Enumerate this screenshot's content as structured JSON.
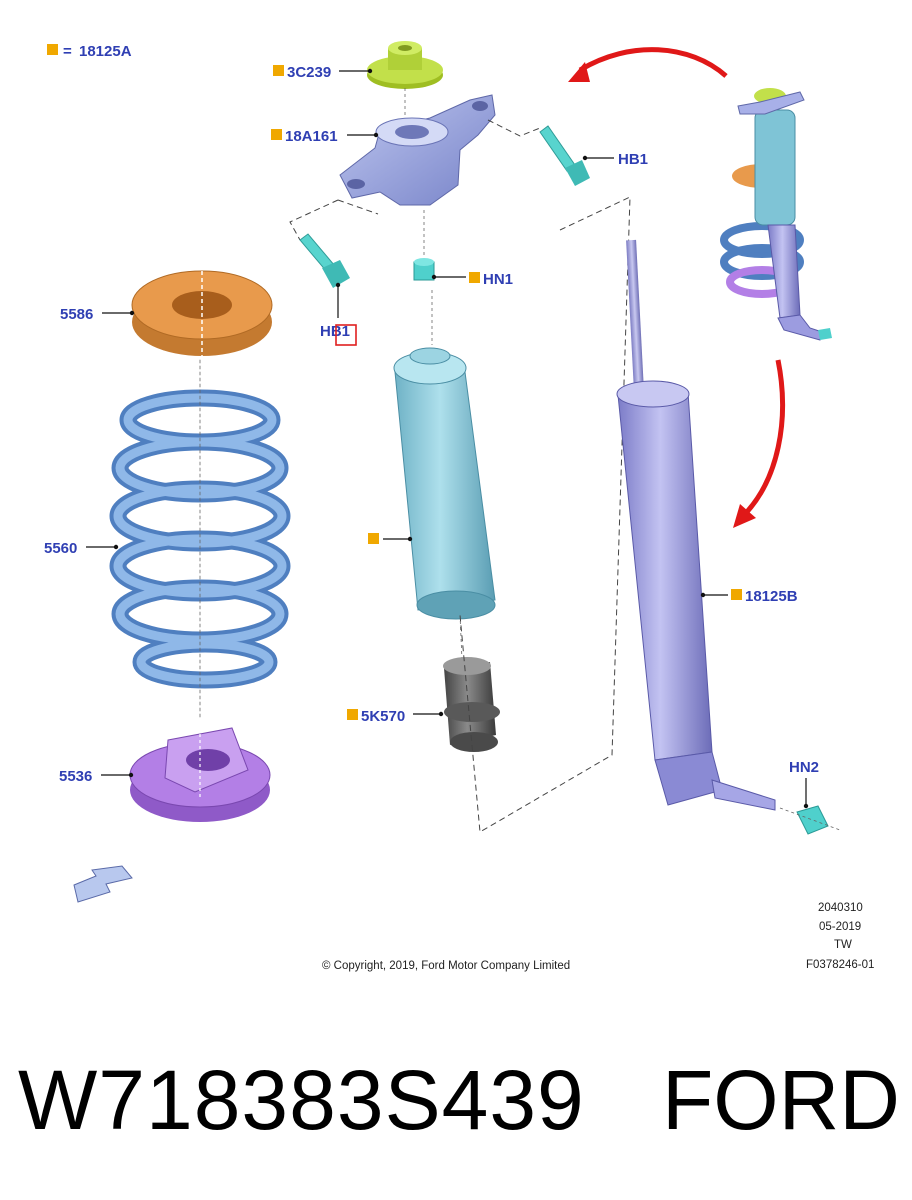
{
  "legend": {
    "marker_equals": "■ =",
    "code": "18125A"
  },
  "parts": {
    "top_mount_cap": "3C239",
    "upper_mount": "18A161",
    "bolt_right": "HB1",
    "bolt_left": "HB1",
    "nut_1": "HN1",
    "spring_upper_insulator": "5586",
    "coil_spring": "5560",
    "spring_lower_seat": "5536",
    "dust_boot": "",
    "bump_stop": "5K570",
    "shock_absorber": "18125B",
    "nut_2": "HN2"
  },
  "footer": {
    "copyright": "© Copyright, 2019, Ford Motor Company Limited",
    "code_1": "2040310",
    "date": "05-2019",
    "region": "TW",
    "figure_id": "F0378246-01"
  },
  "caption": {
    "part_number": "W718383S439",
    "brand": "FORD"
  },
  "colors": {
    "label_blue": "#2f3fb3",
    "marker_orange": "#f0a800",
    "spring_blue": "#7aa6dd",
    "shock_purple": "#9c9ce0",
    "boot_teal": "#8cc6d6",
    "insulator_orange": "#e89a4c",
    "seat_purple": "#b37fe6",
    "cap_green": "#b9d83c",
    "fastener_teal": "#4fd0cc",
    "arrow_red": "#e01818"
  }
}
